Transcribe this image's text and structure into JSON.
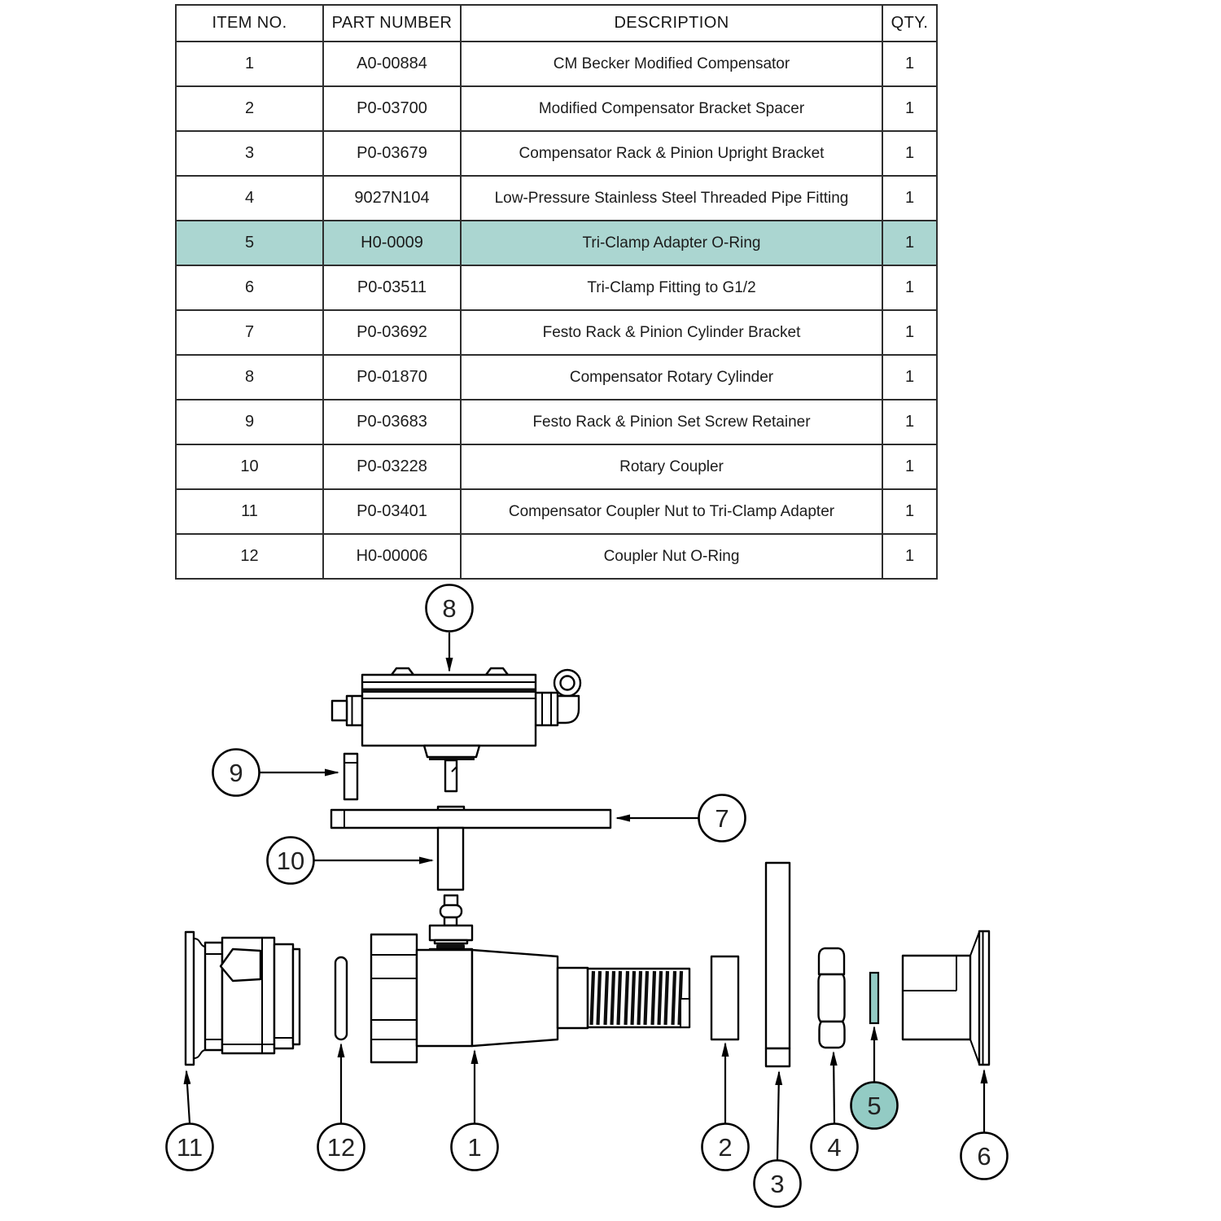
{
  "table": {
    "headers": [
      "ITEM NO.",
      "PART NUMBER",
      "DESCRIPTION",
      "QTY."
    ],
    "rows": [
      {
        "item": "1",
        "part": "A0-00884",
        "desc": "CM Becker Modified Compensator",
        "qty": "1",
        "highlighted": false
      },
      {
        "item": "2",
        "part": "P0-03700",
        "desc": "Modified Compensator Bracket Spacer",
        "qty": "1",
        "highlighted": false
      },
      {
        "item": "3",
        "part": "P0-03679",
        "desc": "Compensator Rack & Pinion Upright Bracket",
        "qty": "1",
        "highlighted": false
      },
      {
        "item": "4",
        "part": "9027N104",
        "desc": "Low-Pressure Stainless Steel Threaded Pipe Fitting",
        "qty": "1",
        "highlighted": false
      },
      {
        "item": "5",
        "part": "H0-0009",
        "desc": "Tri-Clamp Adapter O-Ring",
        "qty": "1",
        "highlighted": true
      },
      {
        "item": "6",
        "part": "P0-03511",
        "desc": "Tri-Clamp Fitting to G1/2",
        "qty": "1",
        "highlighted": false
      },
      {
        "item": "7",
        "part": "P0-03692",
        "desc": "Festo Rack & Pinion Cylinder Bracket",
        "qty": "1",
        "highlighted": false
      },
      {
        "item": "8",
        "part": "P0-01870",
        "desc": "Compensator Rotary Cylinder",
        "qty": "1",
        "highlighted": false
      },
      {
        "item": "9",
        "part": "P0-03683",
        "desc": "Festo Rack & Pinion Set Screw Retainer",
        "qty": "1",
        "highlighted": false
      },
      {
        "item": "10",
        "part": "P0-03228",
        "desc": "Rotary Coupler",
        "qty": "1",
        "highlighted": false
      },
      {
        "item": "11",
        "part": "P0-03401",
        "desc": "Compensator Coupler Nut to Tri-Clamp Adapter",
        "qty": "1",
        "highlighted": false
      },
      {
        "item": "12",
        "part": "H0-00006",
        "desc": "Coupler Nut O-Ring",
        "qty": "1",
        "highlighted": false
      }
    ]
  },
  "diagram": {
    "balloons": [
      {
        "label": "8",
        "highlighted": false
      },
      {
        "label": "9",
        "highlighted": false
      },
      {
        "label": "7",
        "highlighted": false
      },
      {
        "label": "10",
        "highlighted": false
      },
      {
        "label": "11",
        "highlighted": false
      },
      {
        "label": "12",
        "highlighted": false
      },
      {
        "label": "1",
        "highlighted": false
      },
      {
        "label": "2",
        "highlighted": false
      },
      {
        "label": "3",
        "highlighted": false
      },
      {
        "label": "4",
        "highlighted": false
      },
      {
        "label": "5",
        "highlighted": true
      },
      {
        "label": "6",
        "highlighted": false
      }
    ]
  },
  "colors": {
    "accent_teal": "#93cbc4",
    "row_highlight": "#abd6d1",
    "line_color": "#000000"
  }
}
